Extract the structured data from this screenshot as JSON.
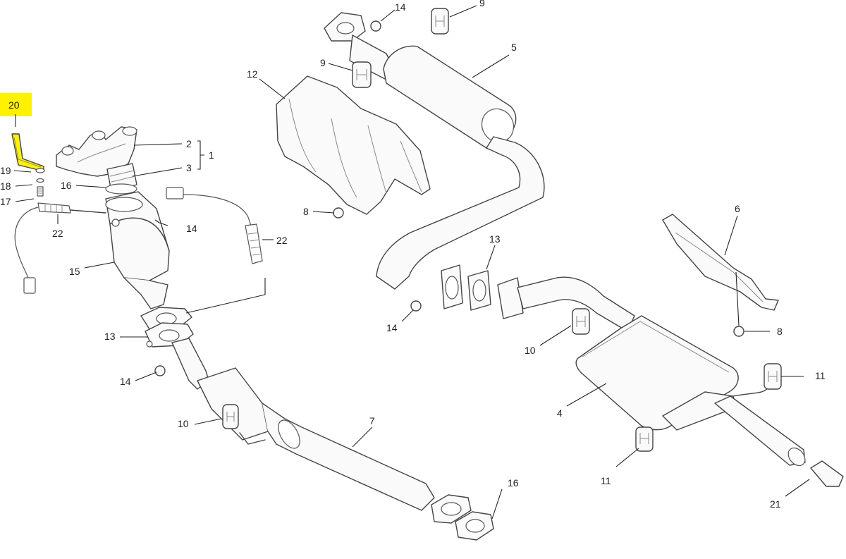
{
  "diagram": {
    "highlight_color": "#fff200",
    "callouts": {
      "c1": "1",
      "c2": "2",
      "c3": "3",
      "c4": "4",
      "c5": "5",
      "c6": "6",
      "c7": "7",
      "c8a": "8",
      "c8b": "8",
      "c9a": "9",
      "c9b": "9",
      "c10a": "10",
      "c10b": "10",
      "c11a": "11",
      "c11b": "11",
      "c12": "12",
      "c13a": "13",
      "c13b": "13",
      "c14a": "14",
      "c14b": "14",
      "c14c": "14",
      "c14d": "14",
      "c15": "15",
      "c16a": "16",
      "c16b": "16",
      "c17": "17",
      "c18": "18",
      "c19": "19",
      "c20": "20",
      "c21": "21",
      "c22a": "22",
      "c22b": "22"
    }
  }
}
